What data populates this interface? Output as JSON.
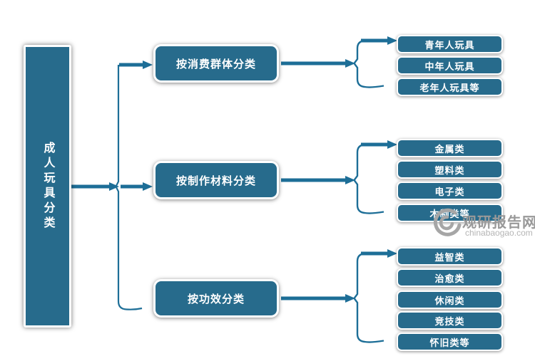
{
  "diagram": {
    "root_label": "成人玩具分类",
    "branches": [
      {
        "label": "按消费群体分类",
        "leaves": [
          "青年人玩具",
          "中年人玩具",
          "老年人玩具等"
        ]
      },
      {
        "label": "按制作材料分类",
        "leaves": [
          "金属类",
          "塑料类",
          "电子类",
          "木制类等"
        ]
      },
      {
        "label": "按功效分类",
        "leaves": [
          "益智类",
          "治愈类",
          "休闲类",
          "竞技类",
          "怀旧类等"
        ]
      }
    ]
  },
  "watermark": {
    "site_name": "观研报告网",
    "site_url": "chinabaogao.com"
  },
  "colors": {
    "node_fill": "#276b8c",
    "node_border": "#ffffff",
    "connector": "#1d6e97",
    "watermark_text": "#999999",
    "watermark_url": "#b5b5b5"
  }
}
